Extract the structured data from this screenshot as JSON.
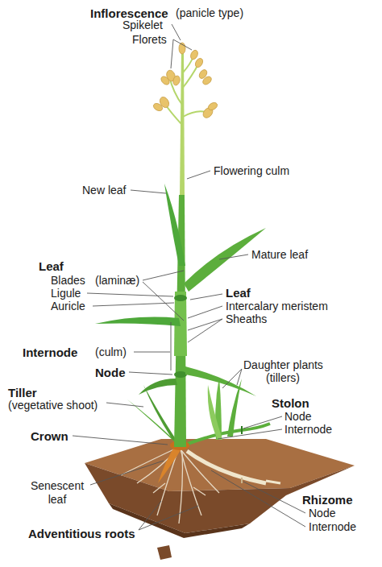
{
  "diagram": {
    "labels": [
      "Inflorescence",
      "(panicle type)",
      "Spikelet",
      "Florets",
      "Flowering culm",
      "New leaf",
      "Mature leaf",
      "Leaf",
      "Blades",
      "(laminæ)",
      "Ligule",
      "Auricle",
      "Leaf",
      "Intercalary meristem",
      "Sheaths",
      "Internode",
      "(culm)",
      "Node",
      "Daughter plants",
      "(tillers)",
      "Tiller",
      "(vegetative shoot)",
      "Stolon",
      "Node",
      "Internode",
      "Crown",
      "Senescent leaf",
      "Rhizome",
      "Node",
      "Internode",
      "Adventitious roots"
    ]
  }
}
